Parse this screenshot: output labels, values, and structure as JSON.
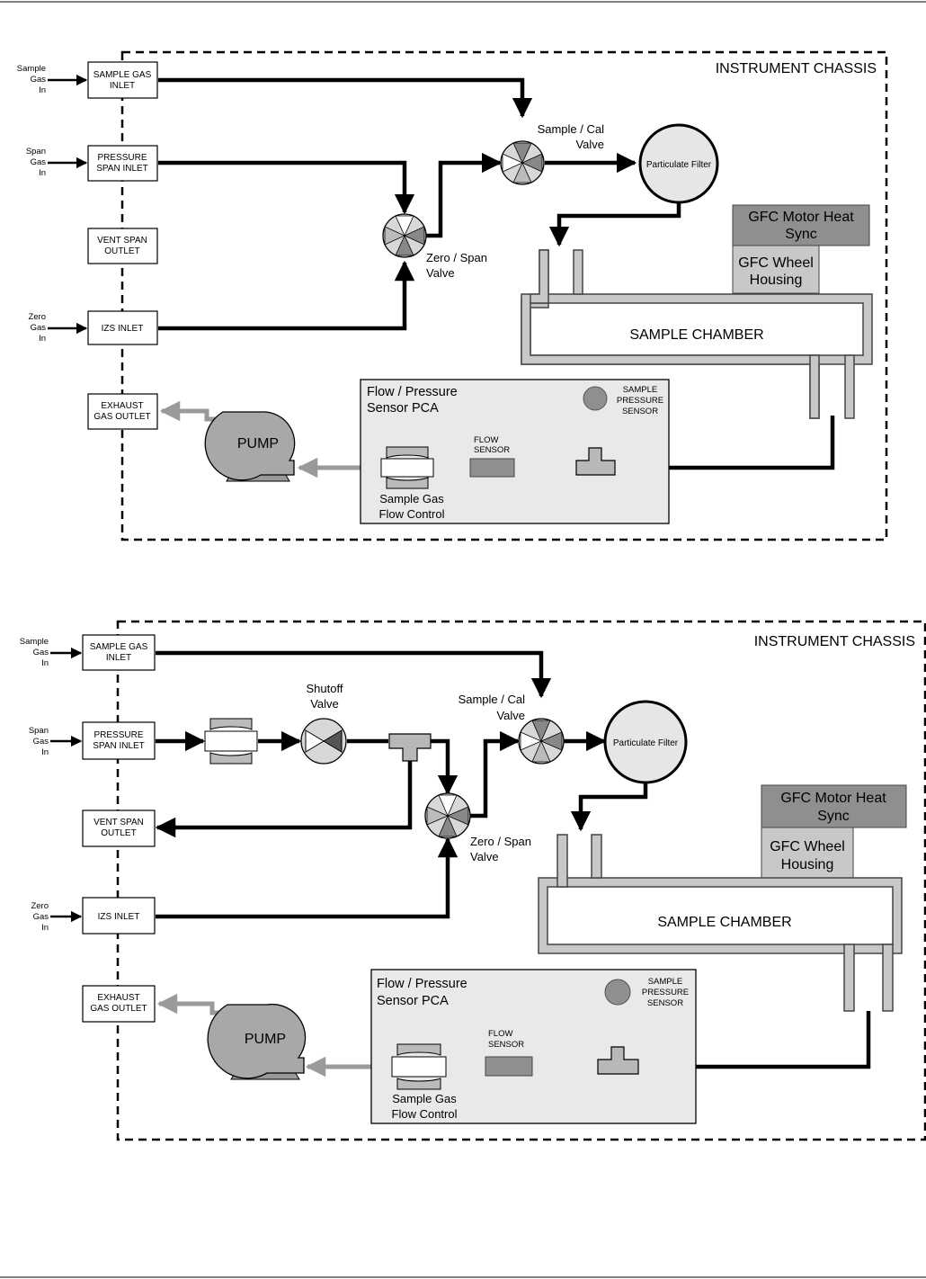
{
  "diagrams": [
    {
      "chassis_label": "INSTRUMENT CHASSIS",
      "ports": {
        "sample_gas_inlet": [
          "SAMPLE GAS",
          "INLET"
        ],
        "pressure_span_inlet": [
          "PRESSURE",
          "SPAN INLET"
        ],
        "vent_span_outlet": [
          "VENT SPAN",
          "OUTLET"
        ],
        "izs_inlet": [
          "IZS INLET"
        ],
        "exhaust_gas_outlet": [
          "EXHAUST",
          "GAS OUTLET"
        ]
      },
      "external": {
        "sample_gas_in": [
          "Sample",
          "Gas",
          "In"
        ],
        "span_gas_in": [
          "Span",
          "Gas",
          "In"
        ],
        "zero_gas_in": [
          "Zero",
          "Gas",
          "In"
        ]
      },
      "valves": {
        "sample_cal": [
          "Sample / Cal",
          "Valve"
        ],
        "zero_span": [
          "Zero / Span",
          "Valve"
        ]
      },
      "particulate_filter": "Particulate Filter",
      "gfc_motor": [
        "GFC Motor Heat",
        "Sync"
      ],
      "gfc_wheel": [
        "GFC Wheel",
        "Housing"
      ],
      "sample_chamber": "SAMPLE CHAMBER",
      "pca_title": [
        "Flow / Pressure",
        "Sensor PCA"
      ],
      "pressure_sensor": [
        "SAMPLE",
        "PRESSURE",
        "SENSOR"
      ],
      "flow_sensor": [
        "FLOW",
        "SENSOR"
      ],
      "flow_control": [
        "Sample Gas",
        "Flow Control"
      ],
      "pump": "PUMP"
    },
    {
      "chassis_label": "INSTRUMENT CHASSIS",
      "ports": {
        "sample_gas_inlet": [
          "SAMPLE GAS",
          "INLET"
        ],
        "pressure_span_inlet": [
          "PRESSURE",
          "SPAN INLET"
        ],
        "vent_span_outlet": [
          "VENT SPAN",
          "OUTLET"
        ],
        "izs_inlet": [
          "IZS INLET"
        ],
        "exhaust_gas_outlet": [
          "EXHAUST",
          "GAS OUTLET"
        ]
      },
      "external": {
        "sample_gas_in": [
          "Sample",
          "Gas",
          "In"
        ],
        "span_gas_in": [
          "Span",
          "Gas",
          "In"
        ],
        "zero_gas_in": [
          "Zero",
          "Gas",
          "In"
        ]
      },
      "valves": {
        "shutoff": [
          "Shutoff",
          "Valve"
        ],
        "sample_cal": [
          "Sample / Cal",
          "Valve"
        ],
        "zero_span": [
          "Zero / Span",
          "Valve"
        ]
      },
      "particulate_filter": "Particulate Filter",
      "gfc_motor": [
        "GFC Motor Heat",
        "Sync"
      ],
      "gfc_wheel": [
        "GFC Wheel",
        "Housing"
      ],
      "sample_chamber": "SAMPLE CHAMBER",
      "pca_title": [
        "Flow / Pressure",
        "Sensor PCA"
      ],
      "pressure_sensor": [
        "SAMPLE",
        "PRESSURE",
        "SENSOR"
      ],
      "flow_sensor": [
        "FLOW",
        "SENSOR"
      ],
      "flow_control": [
        "Sample Gas",
        "Flow Control"
      ],
      "pump": "PUMP"
    }
  ]
}
